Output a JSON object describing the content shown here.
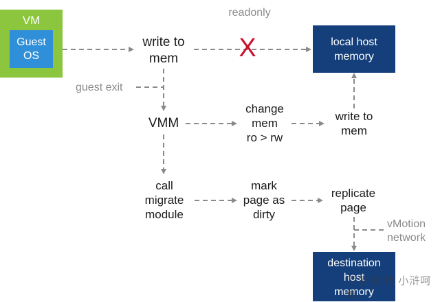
{
  "colors": {
    "vm_green": "#8cc63f",
    "guest_blue": "#2f8fd8",
    "memory_navy": "#143f7a",
    "x_red": "#c8102e",
    "arrow_gray": "#8a8a8a",
    "label_gray": "#8a8a8a"
  },
  "nodes": {
    "vm": "VM",
    "guest_os": "Guest\nOS",
    "write_to_mem": "write to\nmem",
    "local_host_memory": "local host\nmemory",
    "vmm": "VMM",
    "change_mem": "change\nmem\nro > rw",
    "write_to_mem_2": "write to\nmem",
    "call_migrate": "call\nmigrate\nmodule",
    "mark_dirty": "mark\npage as\ndirty",
    "replicate_page": "replicate\npage",
    "destination_memory": "destination\nhost\nmemory"
  },
  "annotations": {
    "readonly": "readonly",
    "guest_exit": "guest exit",
    "vmotion_network": "vMotion\nnetwork",
    "blocked_mark": "X"
  },
  "watermark": {
    "text": "百家号/微  小浒呵呵"
  }
}
